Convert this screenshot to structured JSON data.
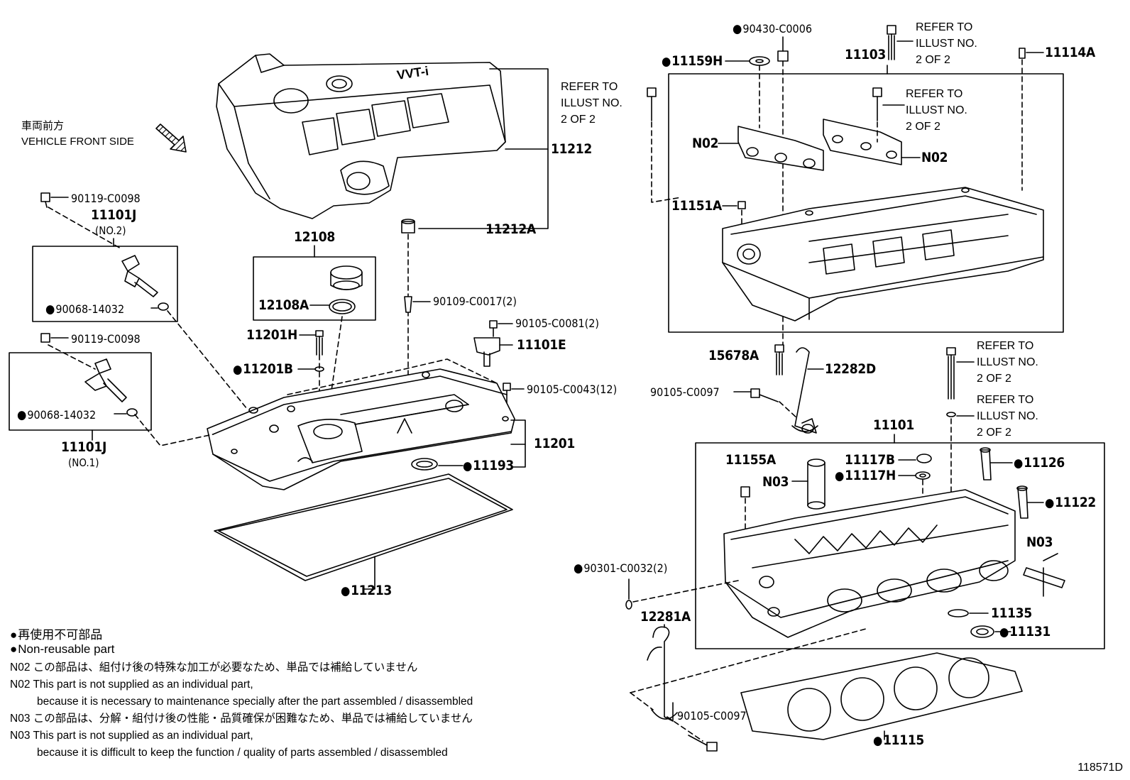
{
  "front": {
    "jp": "車両前方",
    "en": "VEHICLE FRONT SIDE"
  },
  "refer": [
    "REFER TO",
    "ILLUST NO.",
    "2 OF 2"
  ],
  "labels": {
    "p11212": "11212",
    "p11212A": "11212A",
    "p12108": "12108",
    "p12108A": "12108A",
    "p11201H": "11201H",
    "p11201B": "11201B",
    "p90109": "90109-C0017(2)",
    "p90105_81": "90105-C0081(2)",
    "p11101E": "11101E",
    "p90105_43": "90105-C0043(12)",
    "p11201": "11201",
    "p11193": "11193",
    "p11213": "11213",
    "p90119a": "90119-C0098",
    "p11101J_2": "11101J",
    "p11101J_2sub": "(NO.2)",
    "p90068a": "90068-14032",
    "p90119b": "90119-C0098",
    "p90068b": "90068-14032",
    "p11101J_1": "11101J",
    "p11101J_1sub": "(NO.1)",
    "p90430": "90430-C0006",
    "p11159H": "11159H",
    "p11103": "11103",
    "p11114A": "11114A",
    "pN02a": "N02",
    "pN02b": "N02",
    "p11151A": "11151A",
    "p15678A": "15678A",
    "p12282D": "12282D",
    "p90105_97a": "90105-C0097",
    "p11101": "11101",
    "p11155A": "11155A",
    "pN03a": "N03",
    "p11117B": "11117B",
    "p11117H": "11117H",
    "p11126": "11126",
    "p11122": "11122",
    "pN03b": "N03",
    "p90301": "90301-C0032(2)",
    "p12281A": "12281A",
    "p11135": "11135",
    "p11131": "11131",
    "p90105_97b": "90105-C0097",
    "p11115": "11115"
  },
  "legend": {
    "jp": "再使用不可部品",
    "en": "Non-reusable part"
  },
  "notes": [
    "N02 この部品は、組付け後の特殊な加工が必要なため、単品では補給していません",
    "N02 This part is not supplied as an individual part,",
    "because it is necessary to maintenance specially after the part assembled / disassembled",
    "N03 この部品は、分解・組付け後の性能・品質確保が困難なため、単品では補給していません",
    "N03 This part is not supplied as an individual part,",
    "because it is difficult to keep the function / quality of parts assembled / disassembled"
  ],
  "cover_logo": "VVT-i",
  "illustration_no": "118571D"
}
